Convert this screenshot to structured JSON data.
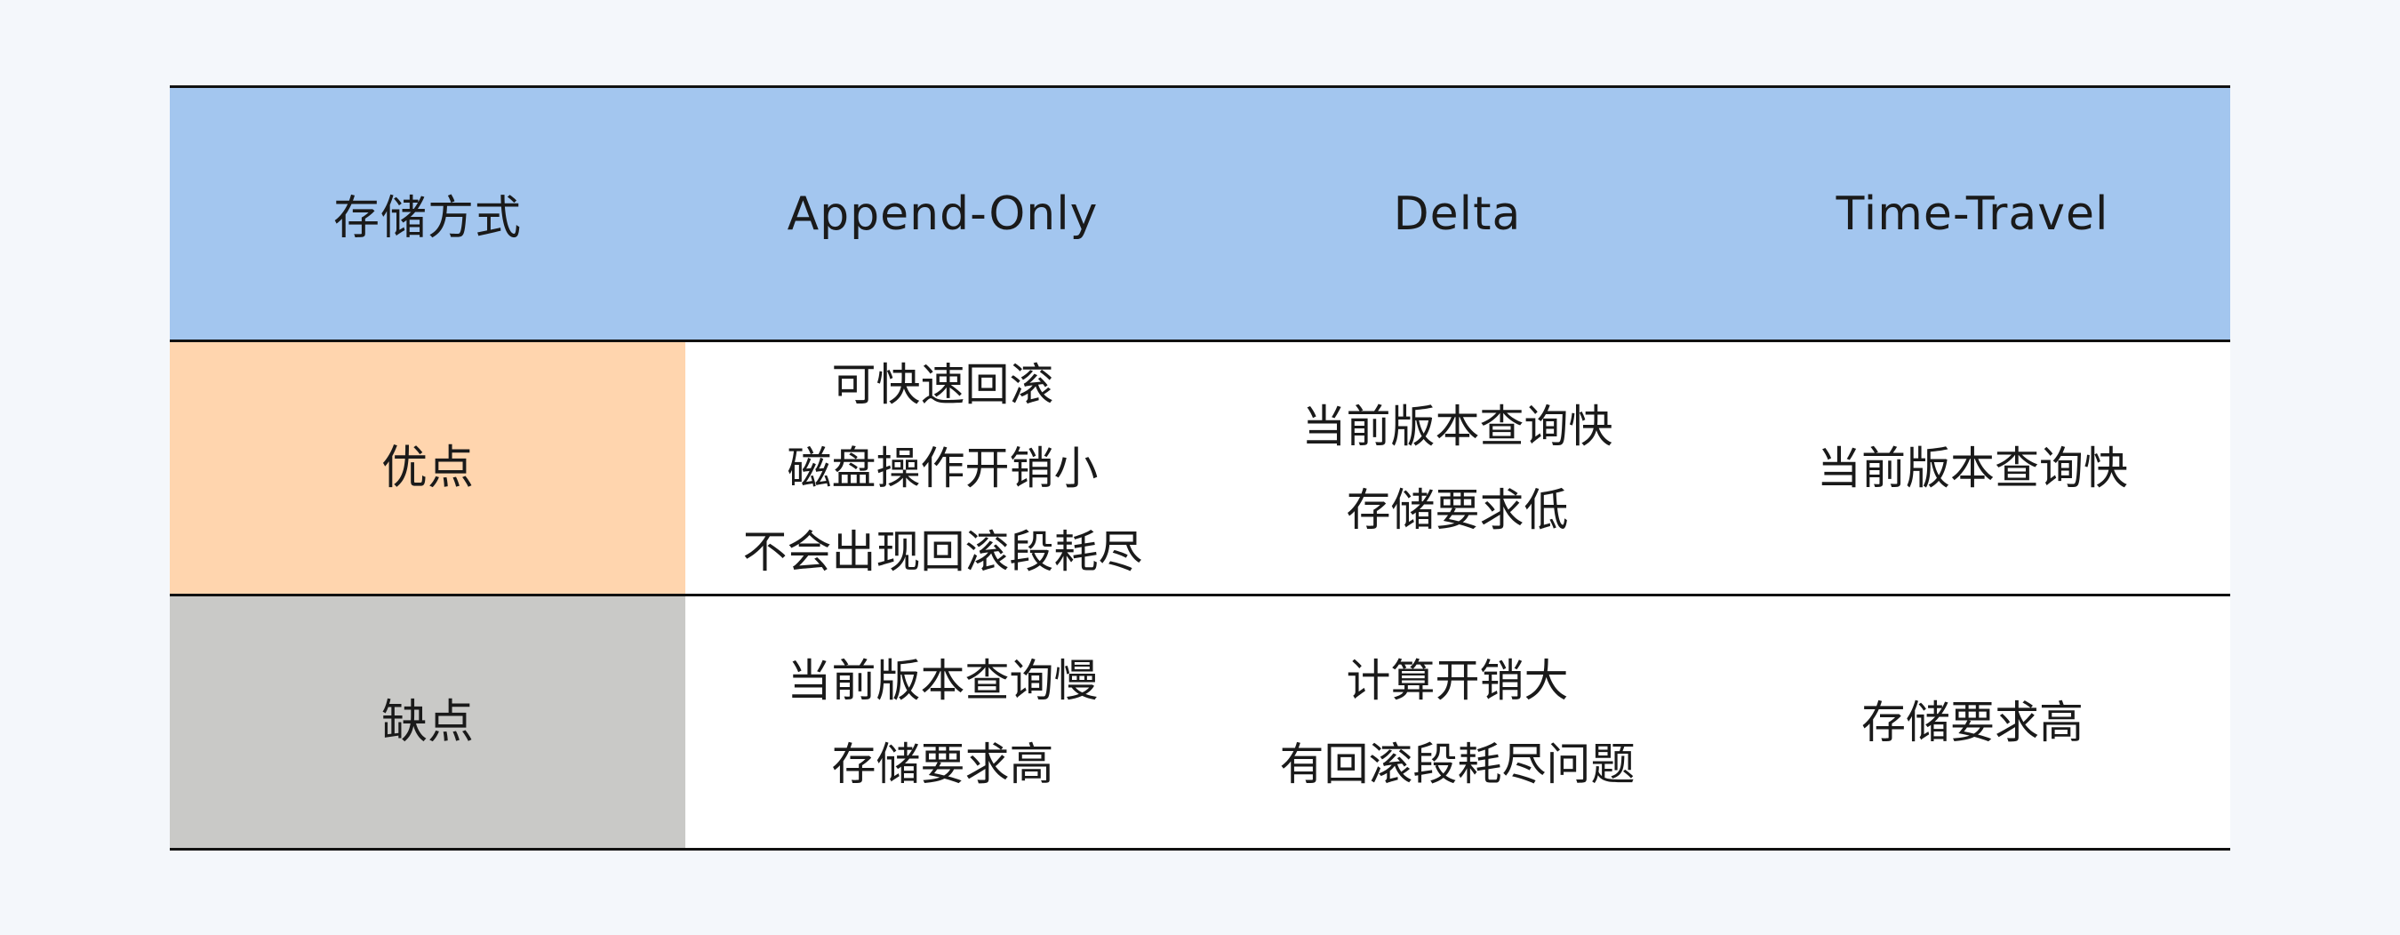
{
  "colors": {
    "page_background": "#f4f7fb",
    "header_background": "#a3c6ef",
    "pros_label_background": "#ffd5ae",
    "cons_label_background": "#c9c9c7",
    "cell_background": "#ffffff",
    "border": "#111111"
  },
  "table": {
    "headers": [
      "存储方式",
      "Append-Only",
      "Delta",
      "Time-Travel"
    ],
    "rows": [
      {
        "label": "优点",
        "cells": [
          [
            "可快速回滚",
            "磁盘操作开销小",
            "不会出现回滚段耗尽"
          ],
          [
            "当前版本查询快",
            "存储要求低"
          ],
          [
            "当前版本查询快"
          ]
        ]
      },
      {
        "label": "缺点",
        "cells": [
          [
            "当前版本查询慢",
            "存储要求高"
          ],
          [
            "计算开销大",
            "有回滚段耗尽问题"
          ],
          [
            "存储要求高"
          ]
        ]
      }
    ]
  }
}
